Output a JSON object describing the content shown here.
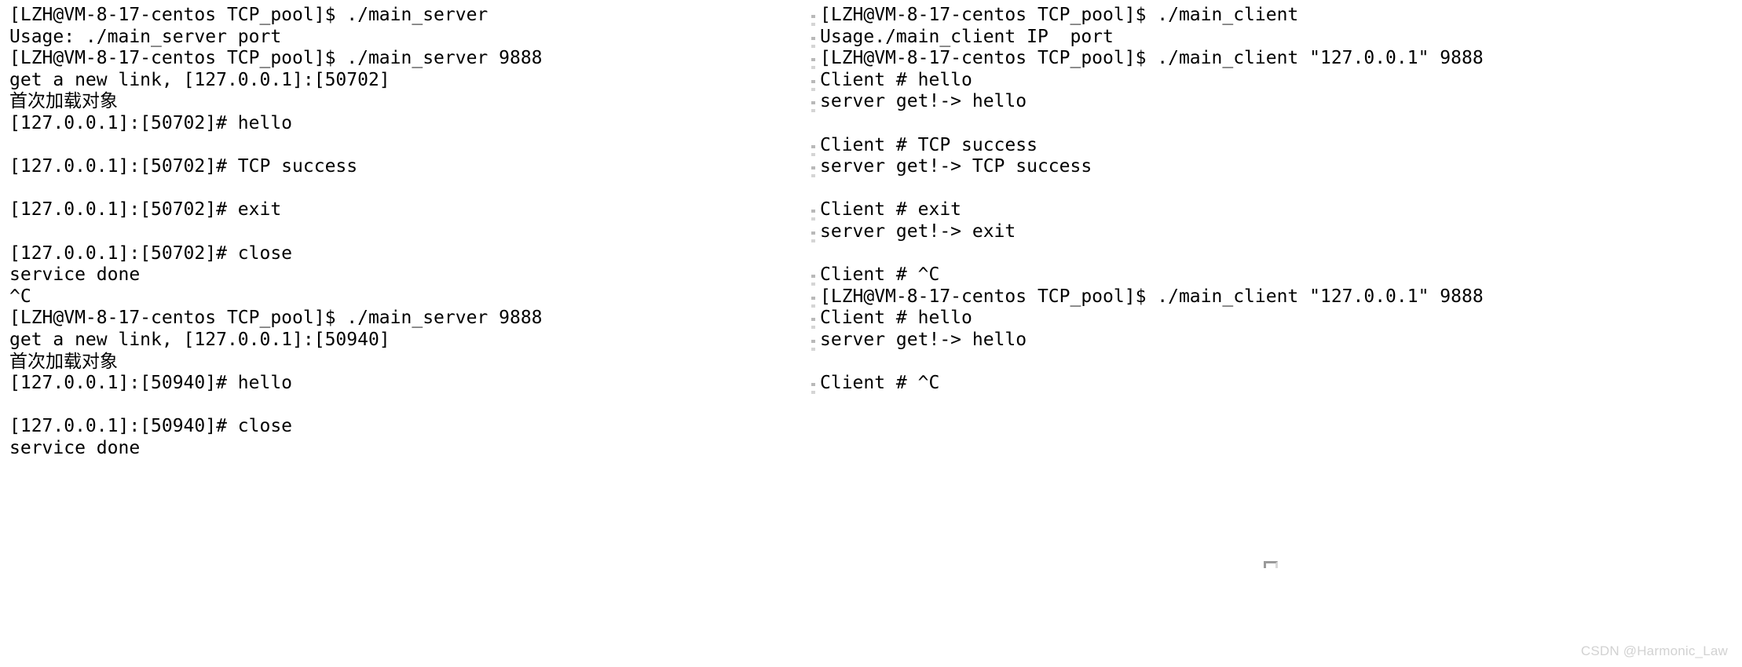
{
  "window": {
    "background_color": "#ffffff",
    "text_color": "#000000",
    "layout": "two-pane-terminal"
  },
  "panes": [
    {
      "id": "server",
      "role": "TCP server terminal",
      "lines": [
        "[LZH@VM-8-17-centos TCP_pool]$ ./main_server",
        "Usage: ./main_server port",
        "[LZH@VM-8-17-centos TCP_pool]$ ./main_server 9888",
        "get a new link, [127.0.0.1]:[50702]",
        "首次加载对象",
        "[127.0.0.1]:[50702]# hello",
        "",
        "[127.0.0.1]:[50702]# TCP success",
        "",
        "[127.0.0.1]:[50702]# exit",
        "",
        "[127.0.0.1]:[50702]# close",
        "service done",
        "^C",
        "[LZH@VM-8-17-centos TCP_pool]$ ./main_server 9888",
        "get a new link, [127.0.0.1]:[50940]",
        "首次加载对象",
        "[127.0.0.1]:[50940]# hello",
        "",
        "[127.0.0.1]:[50940]# close",
        "service done"
      ]
    },
    {
      "id": "client",
      "role": "TCP client terminal",
      "lines": [
        "[LZH@VM-8-17-centos TCP_pool]$ ./main_client",
        "Usage./main_client IP  port",
        "[LZH@VM-8-17-centos TCP_pool]$ ./main_client \"127.0.0.1\" 9888",
        "Client # hello",
        "server get!-> hello",
        "",
        "Client # TCP success",
        "server get!-> TCP success",
        "",
        "Client # exit",
        "server get!-> exit",
        "",
        "Client # ^C",
        "[LZH@VM-8-17-centos TCP_pool]$ ./main_client \"127.0.0.1\" 9888",
        "Client # hello",
        "server get!-> hello",
        "",
        "Client # ^C"
      ]
    }
  ],
  "watermark": {
    "text": "CSDN @Harmonic_Law",
    "color": "#d2d2d2"
  }
}
